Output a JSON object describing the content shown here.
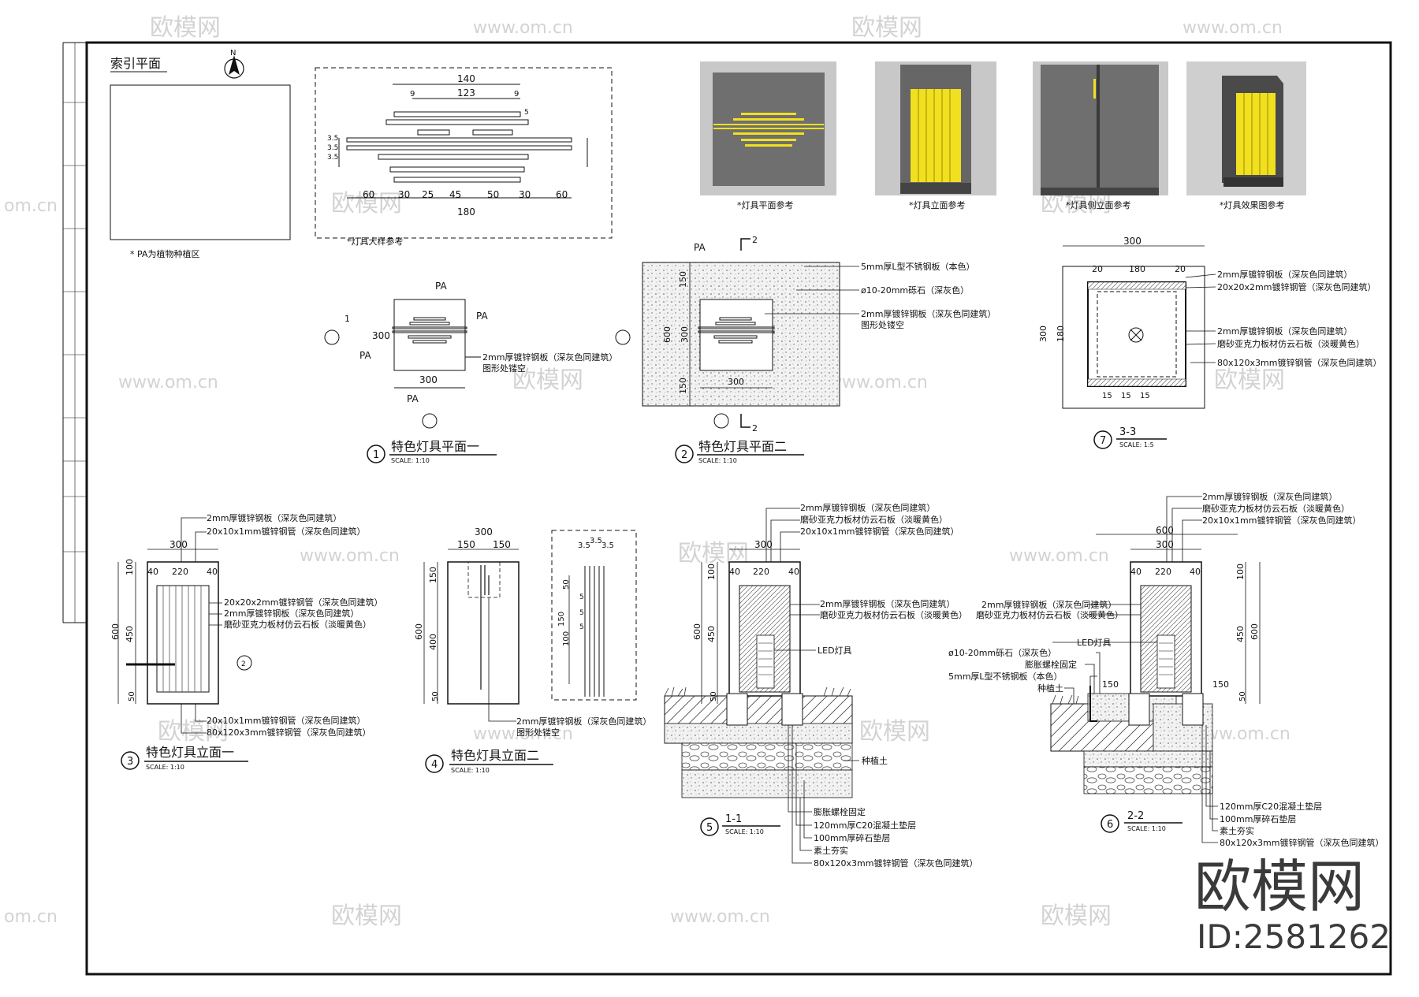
{
  "index_plan": {
    "title": "索引平面",
    "north": "N",
    "note": "* PA为植物种植区"
  },
  "lamp_plan_ref": {
    "caption": "*灯具大样参考",
    "dims": {
      "d140": "140",
      "d123": "123",
      "d9a": "9",
      "d9b": "9",
      "d180": "180",
      "b60a": "60",
      "b30a": "30",
      "b25": "25",
      "b45": "45",
      "b50": "50",
      "b30b": "30",
      "b60b": "60",
      "l35": "3.5",
      "l35b": "3.5",
      "l35c": "3.5",
      "r5": "5"
    }
  },
  "photos": {
    "p1": "*灯具平面参考",
    "p2": "*灯具立面参考",
    "p3": "*灯具侧立面参考",
    "p4": "*灯具效果图参考"
  },
  "plan1": {
    "num": "1",
    "title": "特色灯具平面一",
    "scale": "SCALE: 1:10",
    "pa_top": "PA",
    "pa_right": "PA",
    "pa_left": "PA",
    "pa_bottom": "PA",
    "d300h": "300",
    "d300v": "300",
    "cut": "1",
    "note1": "2mm厚镀锌钢板（深灰色同建筑）",
    "note2": "图形处镂空"
  },
  "plan2": {
    "num": "2",
    "title": "特色灯具平面二",
    "scale": "SCALE: 1:10",
    "pa": "PA",
    "cut": "2",
    "d150a": "150",
    "d600": "600",
    "d300v": "300",
    "d150b": "150",
    "d300h": "300",
    "n1": "5mm厚L型不锈钢板（本色）",
    "n2": "ø10-20mm砾石（深灰色）",
    "n3": "2mm厚镀锌钢板（深灰色同建筑）",
    "n4": "图形处镂空"
  },
  "sec33": {
    "num": "7",
    "title": "3-3",
    "scale": "SCALE: 1:5",
    "d300": "300",
    "d20a": "20",
    "d180": "180",
    "d20b": "20",
    "d300v": "300",
    "d180v": "180",
    "b15a": "15",
    "b15b": "15",
    "b15c": "15",
    "n1": "2mm厚镀锌钢板（深灰色同建筑）",
    "n2": "20x20x2mm镀锌钢管（深灰色同建筑）",
    "n3": "2mm厚镀锌钢板（深灰色同建筑）",
    "n4": "磨砂亚克力板材仿云石板（淡暖黄色）",
    "n5": "80x120x3mm镀锌钢管（深灰色同建筑）"
  },
  "elev1": {
    "num": "3",
    "title": "特色灯具立面一",
    "scale": "SCALE: 1:10",
    "d300": "300",
    "d40a": "40",
    "d220": "220",
    "d40b": "40",
    "d100": "100",
    "d600": "600",
    "d450": "450",
    "d50": "50",
    "cut": "2",
    "n1": "2mm厚镀锌钢板（深灰色同建筑）",
    "n2": "20x10x1mm镀锌钢管（深灰色同建筑）",
    "n3": "20x20x2mm镀锌钢管（深灰色同建筑）",
    "n4": "2mm厚镀锌钢板（深灰色同建筑）",
    "n5": "磨砂亚克力板材仿云石板（淡暖黄色）",
    "n6": "20x10x1mm镀锌钢管（深灰色同建筑）",
    "n7": "80x120x3mm镀锌钢管（深灰色同建筑）"
  },
  "elev2": {
    "num": "4",
    "title": "特色灯具立面二",
    "scale": "SCALE: 1:10",
    "d300": "300",
    "d150a": "150",
    "d150b": "150",
    "d150v": "150",
    "d600": "600",
    "d400": "400",
    "d50": "50",
    "t1": "3.5",
    "t2": "3.5",
    "t3": "3.5",
    "s50": "50",
    "s150": "150",
    "s100": "100",
    "s5a": "5",
    "s5b": "5",
    "s5c": "5",
    "n1": "2mm厚镀锌钢板（深灰色同建筑）",
    "n2": "图形处镂空"
  },
  "sec11": {
    "num": "5",
    "title": "1-1",
    "scale": "SCALE: 1:10",
    "d300": "300",
    "d40a": "40",
    "d220": "220",
    "d40b": "40",
    "d100": "100",
    "d600": "600",
    "d450": "450",
    "d50": "50",
    "n1": "2mm厚镀锌钢板（深灰色同建筑）",
    "n2": "磨砂亚克力板材仿云石板（淡暖黄色）",
    "n3": "20x10x1mm镀锌钢管（深灰色同建筑）",
    "n4": "2mm厚镀锌钢板（深灰色同建筑）",
    "n5": "磨砂亚克力板材仿云石板（淡暖黄色）",
    "n6": "LED灯具",
    "n7": "种植土",
    "n8": "膨胀螺栓固定",
    "n9": "120mm厚C20混凝土垫层",
    "n10": "100mm厚碎石垫层",
    "n11": "素土夯实",
    "n12": "80x120x3mm镀锌钢管（深灰色同建筑）"
  },
  "sec22": {
    "num": "6",
    "title": "2-2",
    "scale": "SCALE: 1:10",
    "d600": "600",
    "d300": "300",
    "d40a": "40",
    "d220": "220",
    "d40b": "40",
    "d100": "100",
    "d450": "450",
    "d600v": "600",
    "d50": "50",
    "d150a": "150",
    "d150b": "150",
    "n1": "2mm厚镀锌钢板（深灰色同建筑）",
    "n2": "磨砂亚克力板材仿云石板（淡暖黄色）",
    "n3": "20x10x1mm镀锌钢管（深灰色同建筑）",
    "n4": "2mm厚镀锌钢板（深灰色同建筑）",
    "n5": "磨砂亚克力板材仿云石板（淡暖黄色）",
    "n6": "LED灯具",
    "n7": "ø10-20mm砾石（深灰色）",
    "n8": "膨胀螺栓固定",
    "n9": "5mm厚L型不锈钢板（本色）",
    "n10": "种植土",
    "n11": "120mm厚C20混凝土垫层",
    "n12": "100mm厚碎石垫层",
    "n13": "素土夯实",
    "n14": "80x120x3mm镀锌钢管（深灰色同建筑）"
  },
  "watermark": {
    "brand": "欧模网",
    "url": "www.om.cn",
    "url_short": "om.cn",
    "id": "ID:2581262"
  },
  "colors": {
    "yellow": "#f0e020",
    "concrete": "#dcdcdc",
    "photo_gray": "#6f6f6f"
  }
}
